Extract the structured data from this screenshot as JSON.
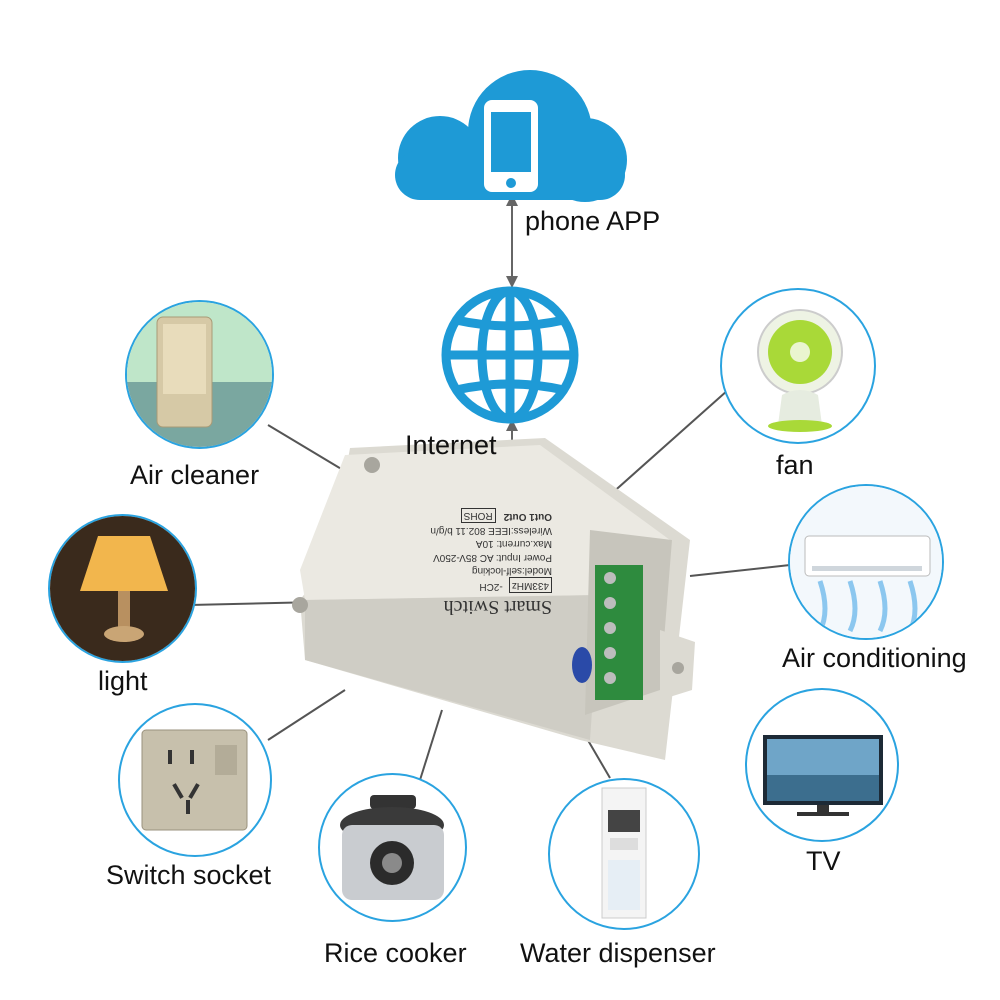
{
  "cloud_label": "phone APP",
  "internet_label": "Internet",
  "device": {
    "title": "Smart Switch",
    "model_code": "-2CH",
    "freq_tag": "433MHz",
    "spec_lines": [
      "Model:self-locking",
      "Power Input: AC 85V-250V",
      "Max.current: 10A",
      "Wireless:IEEE 802.11 b/g/n"
    ],
    "outputs": "Out1 Out2",
    "cert": "ROHS"
  },
  "appliances": {
    "air_cleaner": "Air cleaner",
    "fan": "fan",
    "light": "light",
    "air_conditioning": "Air conditioning",
    "switch_socket": "Switch socket",
    "tv": "TV",
    "rice_cooker": "Rice cooker",
    "water_dispenser": "Water dispenser"
  },
  "colors": {
    "accent": "#2aa3e0",
    "cloud": "#1e9ad6",
    "terminal": "#2e8b3e"
  }
}
